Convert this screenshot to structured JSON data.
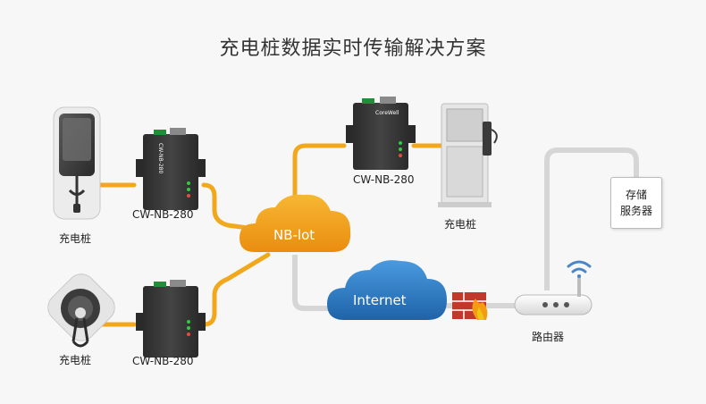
{
  "title": "充电桩数据实时传输解决方案",
  "devices": {
    "top_left_label": "CW-NB-280",
    "top_center_label": "CW-NB-280",
    "bottom_label": "CW-NB-280",
    "device_brand": "CoreWell",
    "device_model_text": "CW-NB-280"
  },
  "chargers": {
    "left_top_label": "充电桩",
    "left_bottom_label": "充电桩",
    "right_label": "充电桩"
  },
  "clouds": {
    "nbiot": "NB-lot",
    "internet": "Internet"
  },
  "router_label": "路由器",
  "storage": {
    "line1": "存储",
    "line2": "服务器"
  },
  "colors": {
    "cable": "#f2a81d",
    "cable_gray": "#d9d9d9",
    "nbiot_cloud": "#f0a01c",
    "internet_cloud": "#2e7fc6",
    "device_body": "#3a3a3a",
    "wifi": "#4a86c6"
  }
}
